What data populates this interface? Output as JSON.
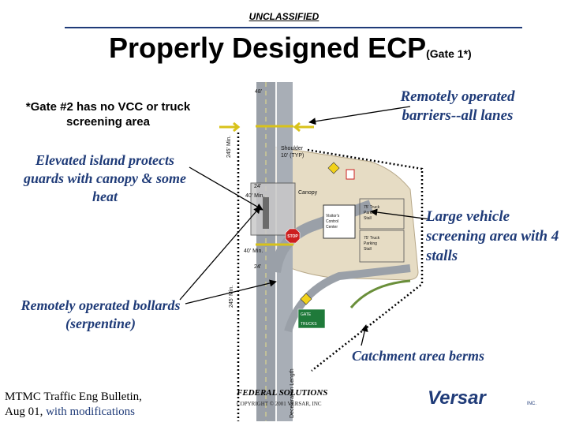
{
  "header": {
    "classification": "UNCLASSIFIED",
    "title": "Properly Designed ECP",
    "title_suffix": "(Gate 1*)"
  },
  "note": "*Gate #2 has no VCC or truck screening area",
  "annotations": {
    "elevated_island": "Elevated island protects guards with canopy & some heat",
    "remote_barriers": "Remotely operated barriers--all lanes",
    "large_vehicle": "Large vehicle screening area with 4 stalls",
    "bollards": "Remotely operated bollards (serpentine)",
    "berms": "Catchment area berms"
  },
  "diagram_labels": {
    "top_width": "48'",
    "min_245_upper": "245' Min.",
    "min_245_lower": "245' Min.",
    "shoulder": "Shoulder",
    "shoulder_typ": "10' (TYP)",
    "dim_24_upper": "24'",
    "dim_40_upper": "40' Min.",
    "canopy": "Canopy",
    "vcc_line1": "Visitor's",
    "vcc_line2": "Control",
    "vcc_line3": "Center",
    "stall_upper_1": "75' Truck",
    "stall_upper_2": "Parking",
    "stall_upper_3": "Stall",
    "stall_lower_1": "75' Truck",
    "stall_lower_2": "Parking",
    "stall_lower_3": "Stall",
    "stop_sign": "STOP",
    "dim_40_lower": "40' Min.",
    "dim_24_lower": "24'",
    "sign_gate": "GATE",
    "sign_trucks": "TRUCKS",
    "deceleration": "Deceleration Length"
  },
  "footer": {
    "source_line1": "MTMC Traffic Eng Bulletin,",
    "source_line2": "Aug 01,",
    "source_highlight": "with modifications",
    "federal": "FEDERAL SOLUTIONS",
    "copyright": "COPYRIGHT © 2001 VERSAR, INC",
    "logo": "Versar",
    "logo_suffix": "INC."
  },
  "colors": {
    "annotation": "#1f3b78",
    "road": "#9aa0a8",
    "ground": "#e6dcc4",
    "arrow_yellow": "#d8c21a",
    "stop": "#cc1f1f",
    "sign_green": "#1f7a3a",
    "logo_blue": "#1f3b78"
  }
}
